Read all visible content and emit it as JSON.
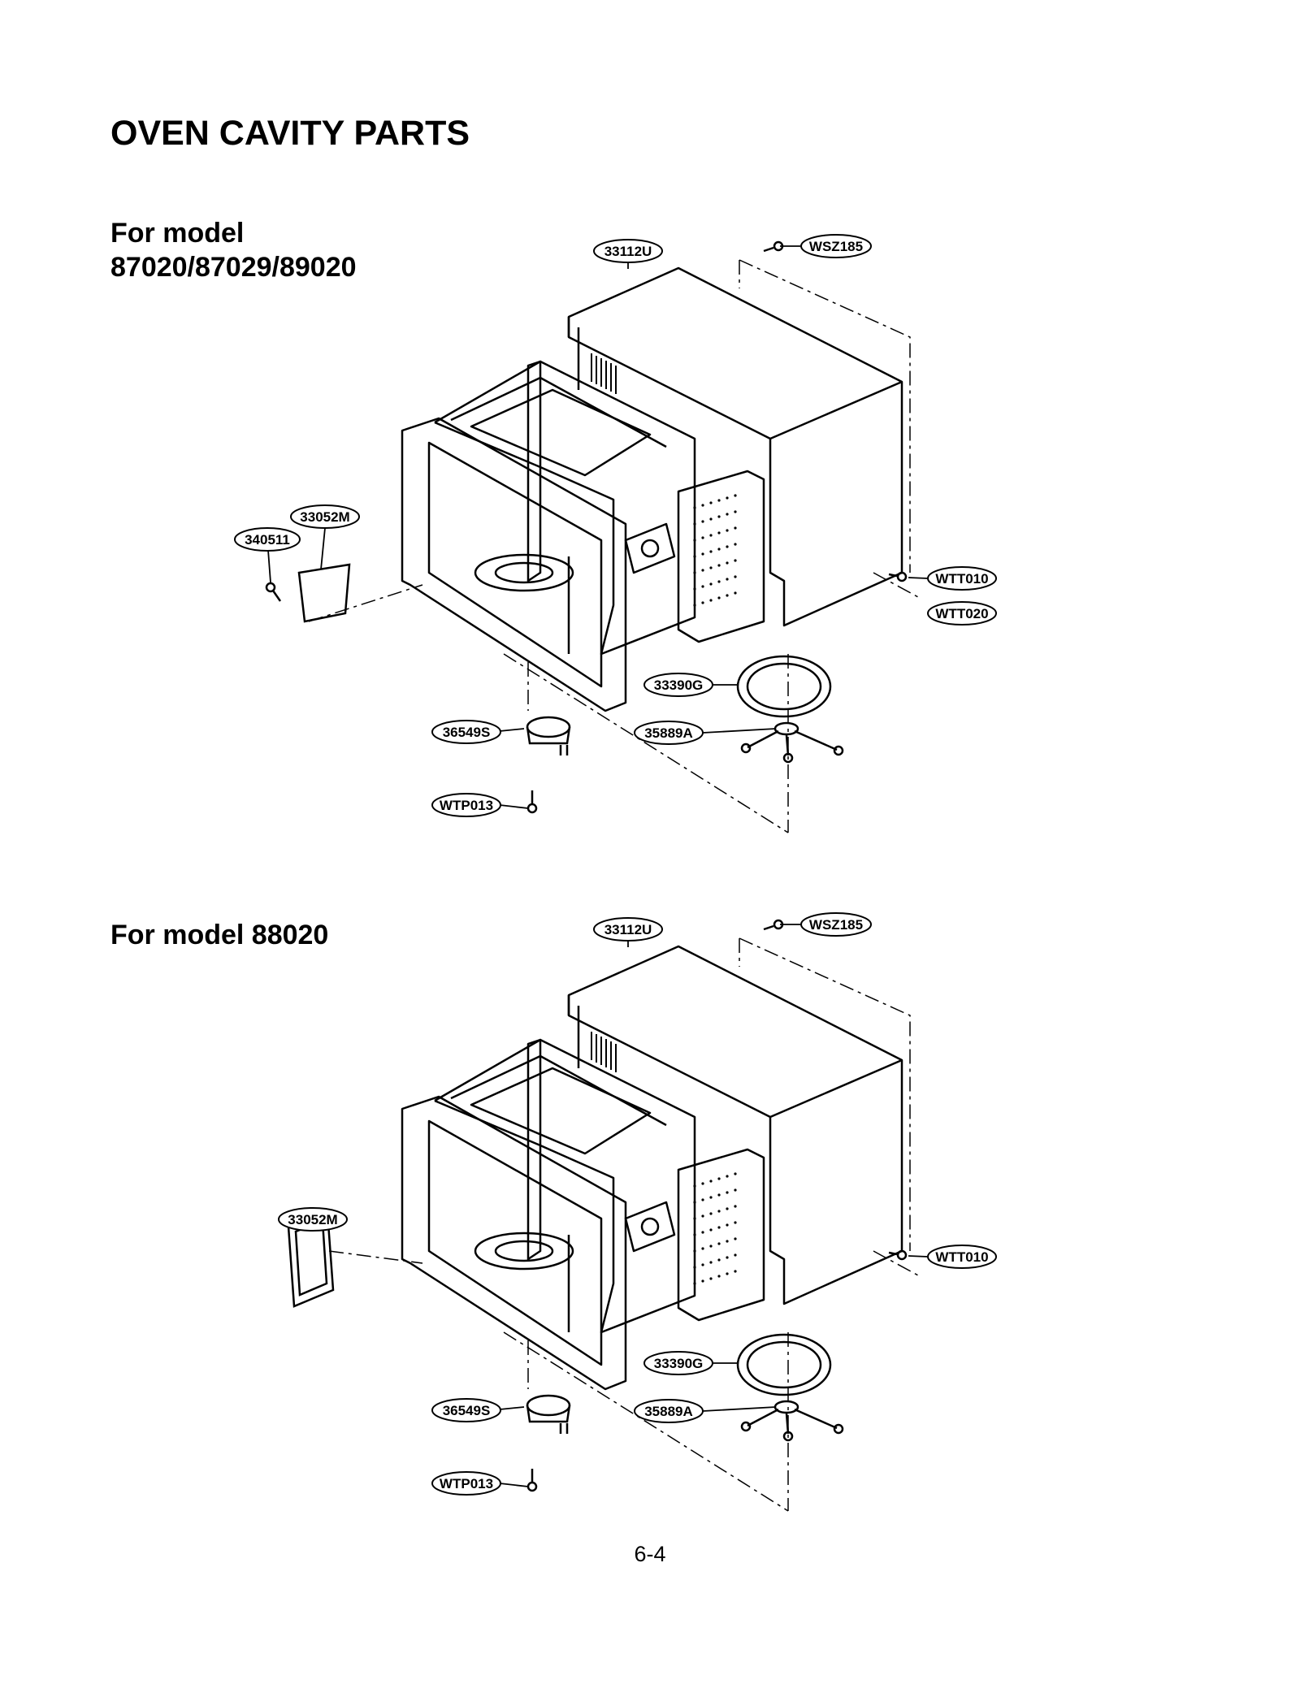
{
  "title": "OVEN CAVITY PARTS",
  "sections": [
    {
      "heading": "For model 87020/87029/89020",
      "parts": [
        "33112U",
        "WSZ185",
        "33052M",
        "340511",
        "WTT010",
        "WTT020",
        "33390G",
        "36549S",
        "35889A",
        "WTP013"
      ]
    },
    {
      "heading": "For model 88020",
      "parts": [
        "33112U",
        "WSZ185",
        "33052M",
        "WTT010",
        "33390G",
        "36549S",
        "35889A",
        "WTP013"
      ]
    }
  ],
  "page_number": "6-4"
}
